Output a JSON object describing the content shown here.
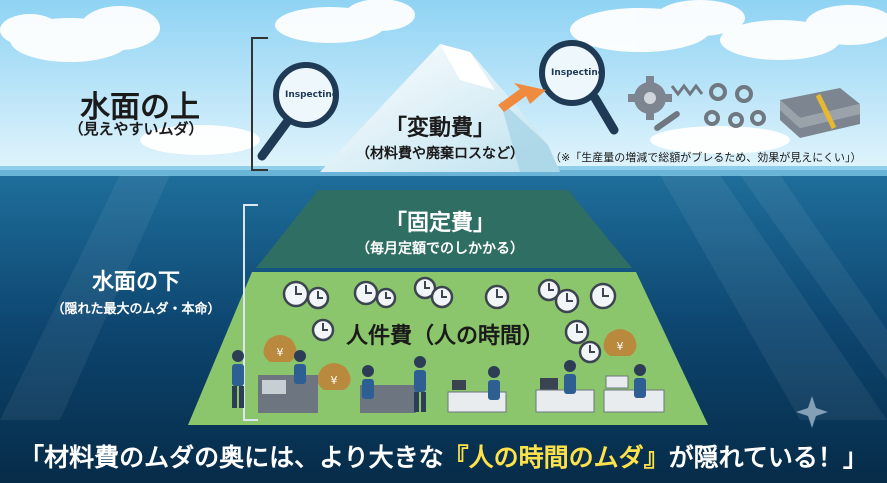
{
  "above": {
    "title": "水面の上",
    "subtitle": "（見えやすいムダ）"
  },
  "below": {
    "title": "水面の下",
    "subtitle": "（隠れた最大のムダ・本命）"
  },
  "layers": {
    "variable": {
      "title": "「変動費」",
      "subtitle": "（材料費や廃棄ロスなど）"
    },
    "fixed": {
      "title": "「固定費」",
      "subtitle": "（毎月定額でのしかかる）"
    },
    "labor": {
      "title": "人件費（人の時間）"
    }
  },
  "inspecting_label": "Inspecting",
  "note": "（※「生産量の増減で総額がブレるため、効果が見えにくい」）",
  "bottom": {
    "part1": "「材料費のムダの奥には、より大きな",
    "highlight": "『人の時間のムダ』",
    "part2": "が隠れている！」"
  },
  "colors": {
    "sky": "#aee2f8",
    "water": "#0b3f63",
    "fixed_layer": "#2f6e62",
    "labor_layer": "#8cc66c",
    "highlight": "#ffe24a"
  }
}
